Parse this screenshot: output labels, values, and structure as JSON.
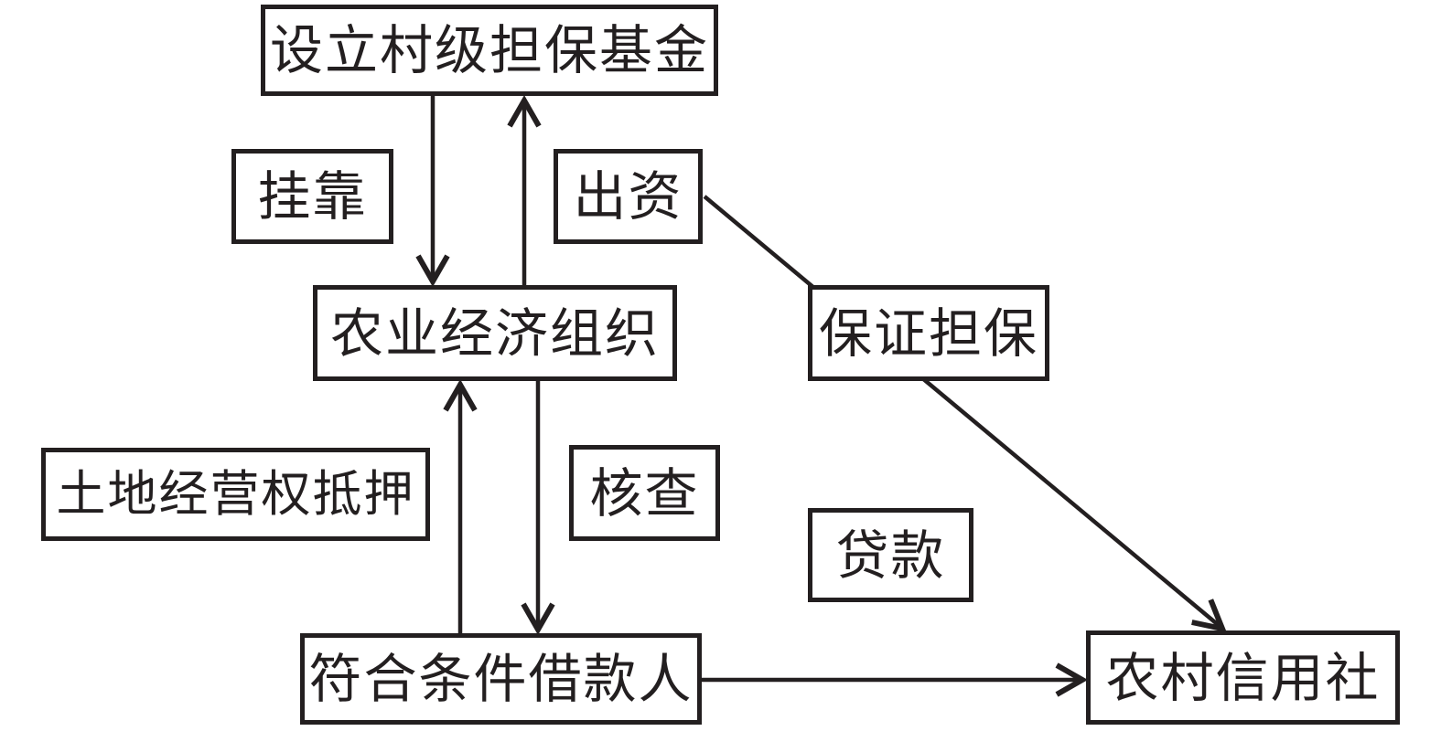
{
  "colors": {
    "line": "#231f20",
    "box_border": "#231f20",
    "box_fill": "#ffffff",
    "background": "#ffffff"
  },
  "nodes": {
    "setup_fund": "设立村级担保基金",
    "guakao": "挂靠",
    "chuzi": "出资",
    "nongye": "农业经济组织",
    "baozheng": "保证担保",
    "tudi": "土地经营权抵押",
    "hecha": "核查",
    "daikuan": "贷款",
    "fuhe": "符合条件借款人",
    "xinyongshe": "农村信用社"
  },
  "arrows": [
    {
      "id": "fund-to-org",
      "from": "设立村级担保基金",
      "to": "农业经济组织",
      "shape": "vertical-down",
      "label_nearby": "挂靠"
    },
    {
      "id": "org-to-fund",
      "from": "农业经济组织",
      "to": "设立村级担保基金",
      "shape": "vertical-up",
      "label_nearby": "出资"
    },
    {
      "id": "borrower-to-org",
      "from": "符合条件借款人",
      "to": "农业经济组织",
      "shape": "vertical-up",
      "label_nearby": "土地经营权抵押"
    },
    {
      "id": "org-to-borrower",
      "from": "农业经济组织",
      "to": "符合条件借款人",
      "shape": "vertical-down",
      "label_nearby": "核查"
    },
    {
      "id": "borrower-to-credit",
      "from": "符合条件借款人",
      "to": "农村信用社",
      "shape": "horizontal-right",
      "label_nearby": "贷款"
    },
    {
      "id": "chuzi-to-credit",
      "from": "出资",
      "to": "农村信用社",
      "shape": "diagonal-down-right",
      "label_nearby": "保证担保"
    }
  ]
}
